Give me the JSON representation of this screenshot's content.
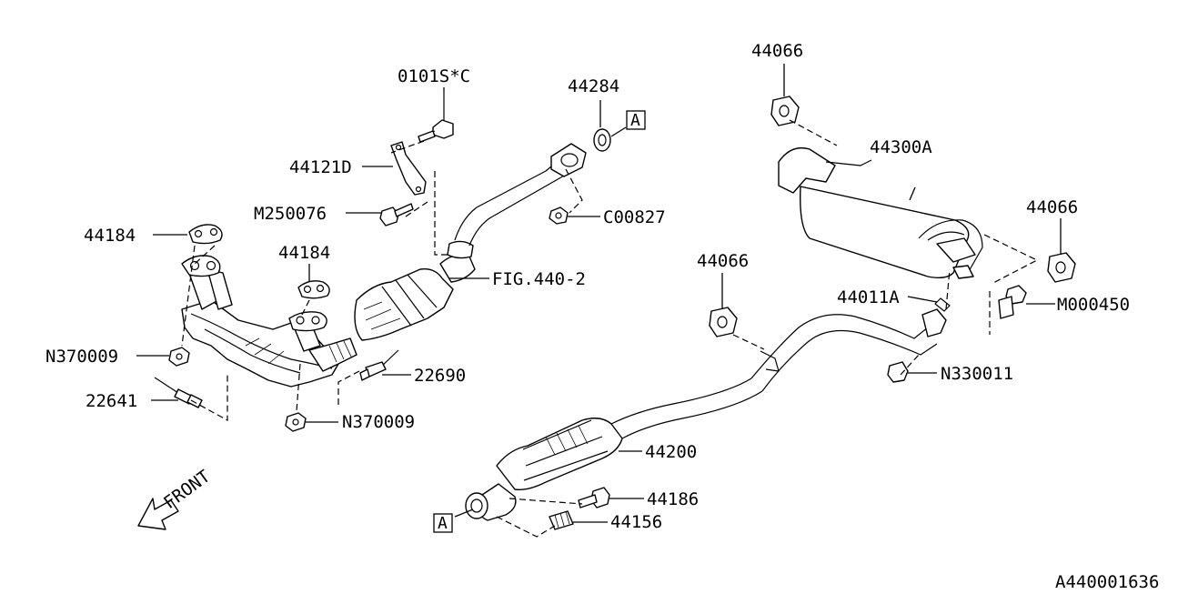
{
  "labels": {
    "bolt_0101s": "0101S*C",
    "gasket_44284": "44284",
    "ref_a_top": "A",
    "bracket_44121d": "44121D",
    "bolt_m250076": "M250076",
    "nut_c00827": "C00827",
    "gasket_44184_left": "44184",
    "gasket_44184_mid": "44184",
    "fig_ref": "FIG.440-2",
    "nut_n370009_left": "N370009",
    "sensor_22641": "22641",
    "sensor_22690": "22690",
    "nut_n370009_bottom": "N370009",
    "front_label": "FRONT",
    "muffler_44300a": "44300A",
    "hanger_44066_top": "44066",
    "hanger_44066_right": "44066",
    "hanger_44066_mid": "44066",
    "gasket_44011a": "44011A",
    "bolt_m000450": "M000450",
    "nut_n330011": "N330011",
    "converter_44200": "44200",
    "bolt_44186": "44186",
    "spring_44156": "44156",
    "ref_a_bottom": "A",
    "diagram_id": "A440001636"
  }
}
